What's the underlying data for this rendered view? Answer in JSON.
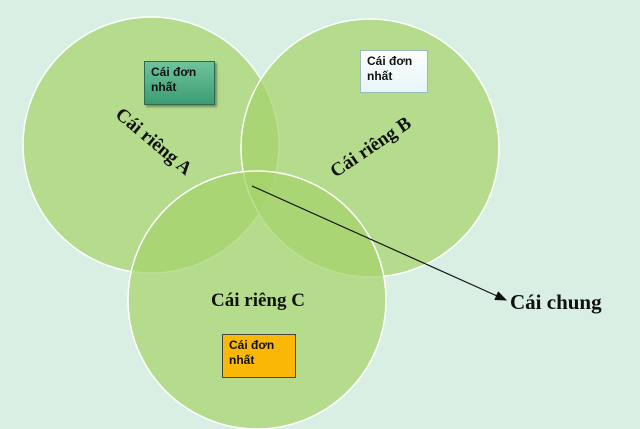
{
  "sets": {
    "a": {
      "label": "Cái riêng A",
      "box": "Cái đơn nhất"
    },
    "b": {
      "label": "Cái riêng B",
      "box": "Cái đơn nhất"
    },
    "c": {
      "label": "Cái riêng C",
      "box": "Cái đơn nhất"
    }
  },
  "common": {
    "label": "Cái chung"
  },
  "colors": {
    "background": "#d9efe3",
    "circle": "#a6d36b",
    "box_a": "#4fae84",
    "box_b": "#f2fafa",
    "box_c": "#f9b805"
  }
}
